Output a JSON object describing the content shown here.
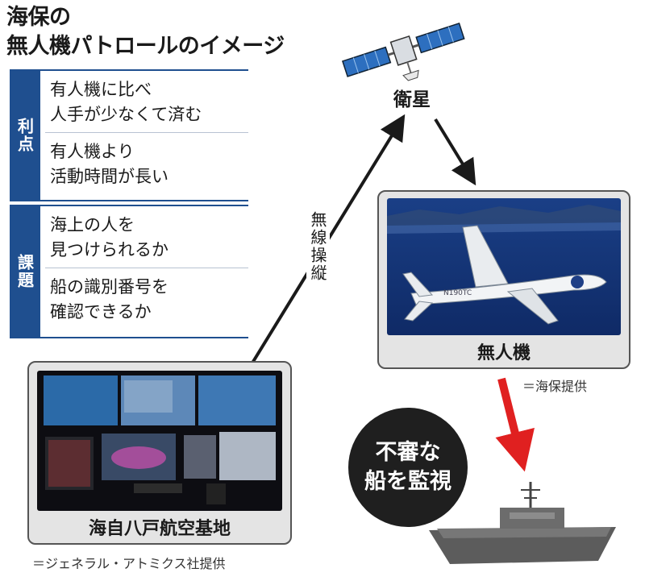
{
  "title": {
    "line1": "海保の",
    "line2": "無人機パトロールのイメージ"
  },
  "benefits": {
    "label": "利点",
    "items": [
      {
        "line1": "有人機に比べ",
        "line2": "人手が少なくて済む"
      },
      {
        "line1": "有人機より",
        "line2": "活動時間が長い"
      }
    ]
  },
  "issues": {
    "label": "課題",
    "items": [
      {
        "line1": "海上の人を",
        "line2": "見つけられるか"
      },
      {
        "line1": "船の識別番号を",
        "line2": "確認できるか"
      }
    ]
  },
  "satellite": {
    "label": "衛星",
    "icon": "satellite-icon"
  },
  "link_label": "無線操縦",
  "drone_panel": {
    "caption": "無人機",
    "credit": "＝海保提供",
    "aircraft_marking": "N190TC"
  },
  "base_panel": {
    "caption": "海自八戸航空基地",
    "credit": "＝ジェネラル・アトミクス社提供"
  },
  "bubble": {
    "line1": "不審な",
    "line2": "船を監視"
  },
  "colors": {
    "accent_blue": "#1f4f8f",
    "arrow_red": "#e02020",
    "arrow_dark": "#1a1a1a",
    "panel_bg": "#e4e4e4"
  }
}
